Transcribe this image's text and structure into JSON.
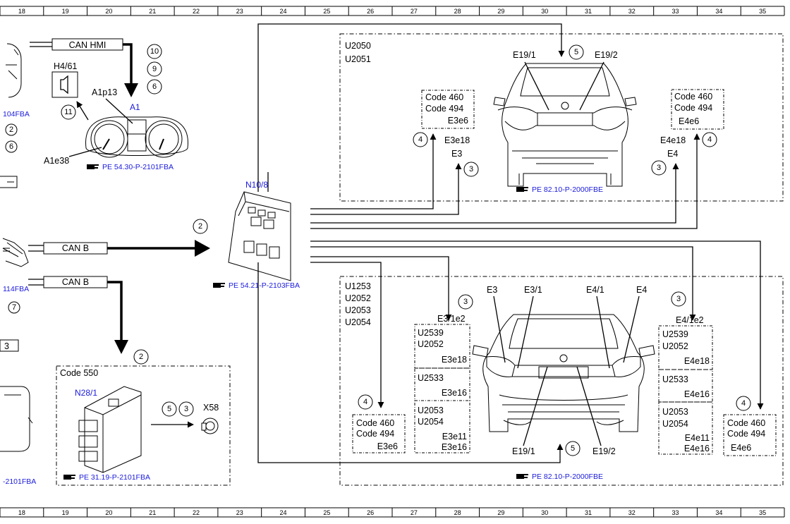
{
  "ruler": {
    "numbers": [
      "18",
      "19",
      "20",
      "21",
      "22",
      "23",
      "24",
      "25",
      "26",
      "27",
      "28",
      "29",
      "30",
      "31",
      "32",
      "33",
      "34",
      "35"
    ]
  },
  "icons": {
    "reference": "pointing-hand-icon",
    "speaker": "speaker-icon",
    "connector": "round-connector-icon"
  },
  "left_edge": {
    "ref_104fba": "104FBA",
    "ref_114fba": "114FBA",
    "ref_2101fba": "-2101FBA",
    "circle_2": "2",
    "circle_6": "6",
    "circle_7": "7",
    "box_3_label": "3"
  },
  "cluster": {
    "bus": "CAN HMI",
    "circles": [
      "10",
      "9",
      "6"
    ],
    "speaker_label": "H4/61",
    "circle_11": "11",
    "name": "A1",
    "display_label": "A1p13",
    "gauge_label": "A1e38",
    "ref": "PE 54.30-P-2101FBA"
  },
  "can_b_1": {
    "label": "CAN B",
    "circle": "2"
  },
  "can_b_2": {
    "label": "CAN B",
    "circle": "2"
  },
  "sam": {
    "name": "N10/8",
    "ref": "PE 54.21-P-2103FBA"
  },
  "trailer": {
    "code": "Code 550",
    "module": "N28/1",
    "circle_5": "5",
    "circle_3": "3",
    "socket": "X58",
    "ref": "PE 31.19-P-2101FBA"
  },
  "top_car": {
    "codes": [
      "U2050",
      "U2051"
    ],
    "e19_1": "E19/1",
    "e19_2": "E19/2",
    "circle_5": "5",
    "left_box": [
      "Code 460",
      "Code 494",
      "E3e6"
    ],
    "left_circle_4": "4",
    "left_e3e18": "E3e18",
    "left_e3": "E3",
    "left_circle_3": "3",
    "right_box": [
      "Code 460",
      "Code 494",
      "E4e6"
    ],
    "right_circle_4": "4",
    "right_e4e18": "E4e18",
    "right_e4": "E4",
    "right_circle_3": "3",
    "ref": "PE 82.10-P-2000FBE"
  },
  "bottom_car": {
    "codes": [
      "U1253",
      "U2052",
      "U2053",
      "U2054"
    ],
    "e3": "E3",
    "e3_1": "E3/1",
    "e4_1": "E4/1",
    "e4": "E4",
    "left_circle_3": "3",
    "left_group_label": "E3/1e2",
    "left_box_1": [
      "U2539",
      "U2052",
      "E3e18"
    ],
    "left_box_2": [
      "U2533",
      "E3e16"
    ],
    "left_box_3": [
      "U2053",
      "U2054",
      "E3e11",
      "E3e16"
    ],
    "left_circle_4": "4",
    "left_code_box": [
      "Code 460",
      "Code 494",
      "E3e6"
    ],
    "right_circle_3": "3",
    "right_group_label": "E4/1e2",
    "right_box_1": [
      "U2539",
      "U2052",
      "E4e18"
    ],
    "right_box_2": [
      "U2533",
      "E4e16"
    ],
    "right_box_3": [
      "U2053",
      "U2054",
      "E4e11",
      "E4e16"
    ],
    "right_circle_4": "4",
    "right_code_box": [
      "Code 460",
      "Code 494",
      "E4e6"
    ],
    "e19_1": "E19/1",
    "e19_2": "E19/2",
    "circle_5": "5",
    "ref": "PE 82.10-P-2000FBE"
  }
}
